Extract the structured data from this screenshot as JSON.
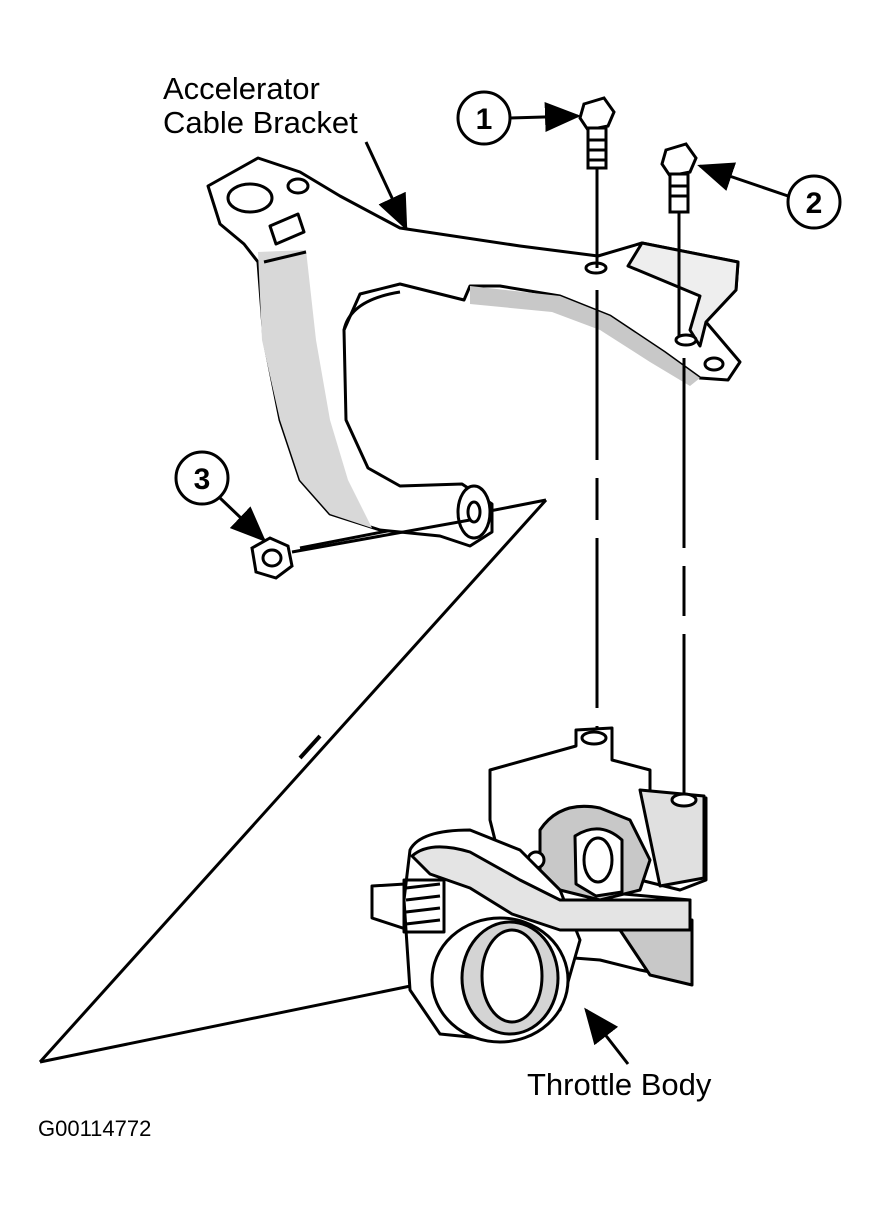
{
  "labels": {
    "accelerator_cable_bracket": [
      "Accelerator",
      "Cable Bracket"
    ],
    "throttle_body": "Throttle Body"
  },
  "callouts": [
    "1",
    "2",
    "3"
  ],
  "figure_id": "G00114772",
  "colors": {
    "ink": "#000000",
    "paper": "#ffffff",
    "shade": "#c8c8c8"
  }
}
